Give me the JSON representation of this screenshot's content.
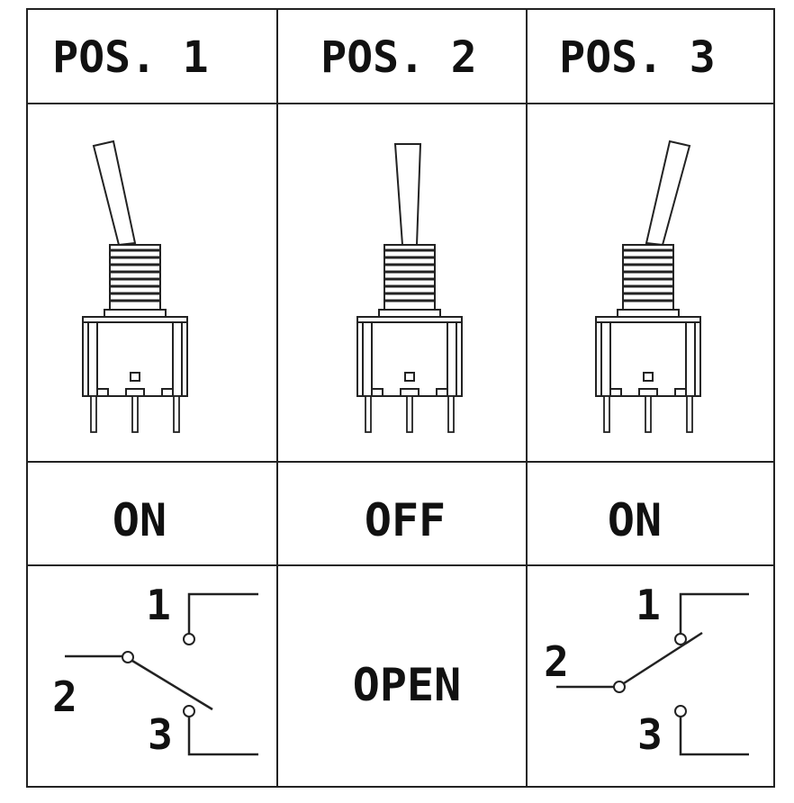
{
  "columns": [
    {
      "header": "POS. 1",
      "state": "ON",
      "switch": {
        "label_top": "1",
        "label_common": "2",
        "label_bottom": "3",
        "contact": "3"
      }
    },
    {
      "header": "POS. 2",
      "state": "OFF",
      "switch": {
        "label_center": "OPEN"
      }
    },
    {
      "header": "POS. 3",
      "state": "ON",
      "switch": {
        "label_top": "1",
        "label_common": "2",
        "label_bottom": "3",
        "contact": "1"
      }
    }
  ],
  "colors": {
    "line": "#222222",
    "background": "#ffffff"
  }
}
